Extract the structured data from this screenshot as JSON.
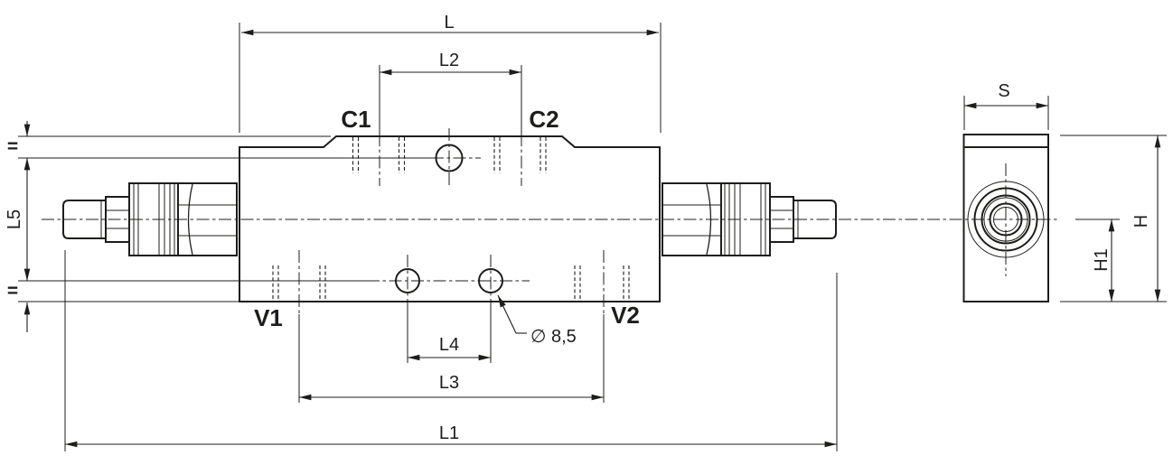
{
  "drawing": {
    "type": "technical-dimension-drawing",
    "views": {
      "front_view": "valve body with two cartridge ends",
      "side_view": "end view with hex nut"
    },
    "dimension_labels": {
      "L": "L",
      "L1": "L1",
      "L2": "L2",
      "L3": "L3",
      "L4": "L4",
      "L5": "L5",
      "S": "S",
      "H": "H",
      "H1": "H1"
    },
    "port_labels": {
      "C1": "C1",
      "C2": "C2",
      "V1": "V1",
      "V2": "V2"
    },
    "callouts": {
      "hole_diameter": "∅ 8,5",
      "equal_top": "=",
      "equal_bottom": "="
    },
    "colors": {
      "line": "#1d1d1b",
      "background": "#ffffff"
    }
  }
}
